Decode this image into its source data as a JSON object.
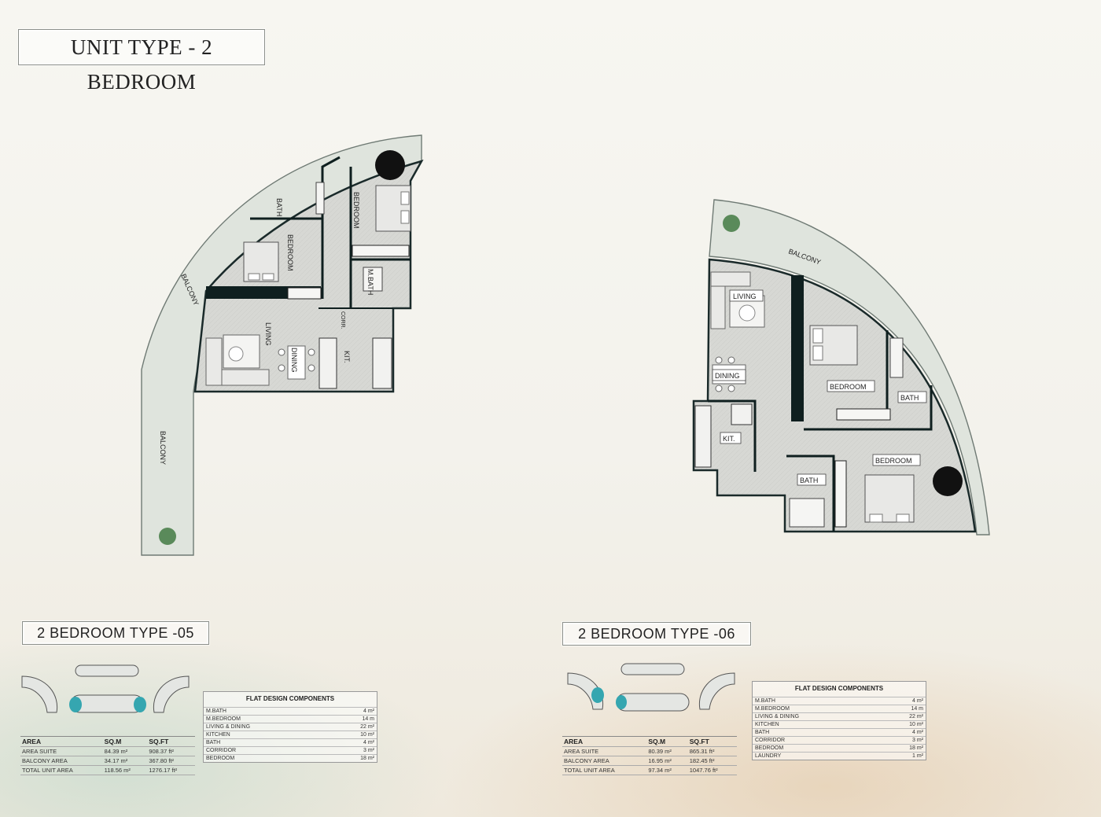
{
  "page_title": "UNIT TYPE - 2 BEDROOM",
  "colors": {
    "wall": "#0f1f1f",
    "floor": "#d9dad6",
    "balcony": "#dde3dc",
    "accent_teal": "#35a6b0"
  },
  "left_plan": {
    "type_label": "2 BEDROOM TYPE -05",
    "rooms": {
      "bath1": "BATH",
      "bedroom1": "BEDROOM",
      "bedroom2": "BEDROOM",
      "mbath": "M.BATH",
      "balcony_top": "BALCONY",
      "balcony_bottom": "BALCONY",
      "living": "LIVING",
      "dining": "DINING",
      "kitchen": "KIT.",
      "corridor": "CORR."
    },
    "area_table": {
      "headers": [
        "AREA",
        "SQ.M",
        "SQ.FT"
      ],
      "rows": [
        {
          "label": "AREA SUITE",
          "sqm": "84.39 m²",
          "sqft": "908.37 ft²"
        },
        {
          "label": "BALCONY AREA",
          "sqm": "34.17 m²",
          "sqft": "367.80 ft²"
        },
        {
          "label": "TOTAL UNIT AREA",
          "sqm": "118.56 m²",
          "sqft": "1276.17 ft²"
        }
      ]
    },
    "components": {
      "title": "FLAT DESIGN COMPONENTS",
      "rows": [
        {
          "label": "M.BATH",
          "value": "4 m²"
        },
        {
          "label": "M.BEDROOM",
          "value": "14 m"
        },
        {
          "label": "LIVING & DINING",
          "value": "22 m²"
        },
        {
          "label": "KITCHEN",
          "value": "10 m²"
        },
        {
          "label": "BATH",
          "value": "4 m²"
        },
        {
          "label": "CORRIDOR",
          "value": "3 m²"
        },
        {
          "label": "BEDROOM",
          "value": "18 m²"
        }
      ]
    }
  },
  "right_plan": {
    "type_label": "2 BEDROOM TYPE -06",
    "rooms": {
      "balcony": "BALCONY",
      "living": "LIVING",
      "dining": "DINING",
      "kitchen": "KIT.",
      "bedroom1": "BEDROOM",
      "bath1": "BATH",
      "bedroom2": "BEDROOM",
      "bath2": "BATH"
    },
    "area_table": {
      "headers": [
        "AREA",
        "SQ.M",
        "SQ.FT"
      ],
      "rows": [
        {
          "label": "AREA SUITE",
          "sqm": "80.39 m²",
          "sqft": "865.31 ft²"
        },
        {
          "label": "BALCONY AREA",
          "sqm": "16.95 m²",
          "sqft": "182.45 ft²"
        },
        {
          "label": "TOTAL UNIT AREA",
          "sqm": "97.34 m²",
          "sqft": "1047.76 ft²"
        }
      ]
    },
    "components": {
      "title": "FLAT DESIGN COMPONENTS",
      "rows": [
        {
          "label": "M.BATH",
          "value": "4 m²"
        },
        {
          "label": "M.BEDROOM",
          "value": "14 m"
        },
        {
          "label": "LIVING & DINING",
          "value": "22 m²"
        },
        {
          "label": "KITCHEN",
          "value": "10 m²"
        },
        {
          "label": "BATH",
          "value": "4 m²"
        },
        {
          "label": "CORRIDOR",
          "value": "3 m²"
        },
        {
          "label": "BEDROOM",
          "value": "18 m²"
        },
        {
          "label": "LAUNDRY",
          "value": "1 m²"
        }
      ]
    }
  }
}
